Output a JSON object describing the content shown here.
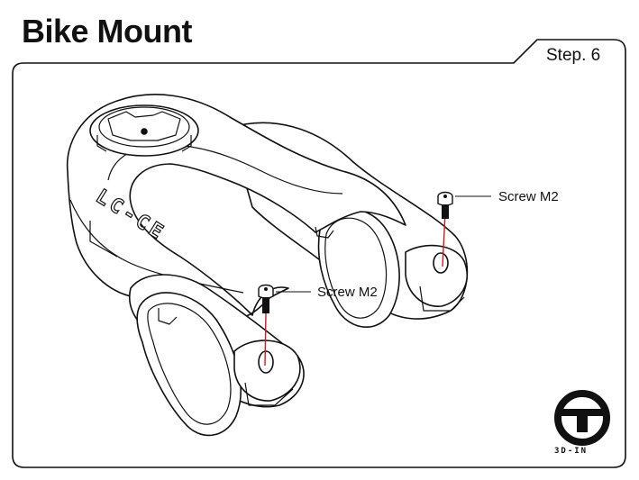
{
  "title": "Bike Mount",
  "step": "Step. 6",
  "callouts": [
    {
      "label": "Screw M2"
    },
    {
      "label": "Screw M2"
    }
  ],
  "mount_engraving": "LC-CE",
  "logo": {
    "text": "3D-IN",
    "icon": "steering-wheel-logo-icon"
  },
  "colors": {
    "outline": "#111111",
    "guide_line": "#d81818",
    "background": "#ffffff"
  }
}
